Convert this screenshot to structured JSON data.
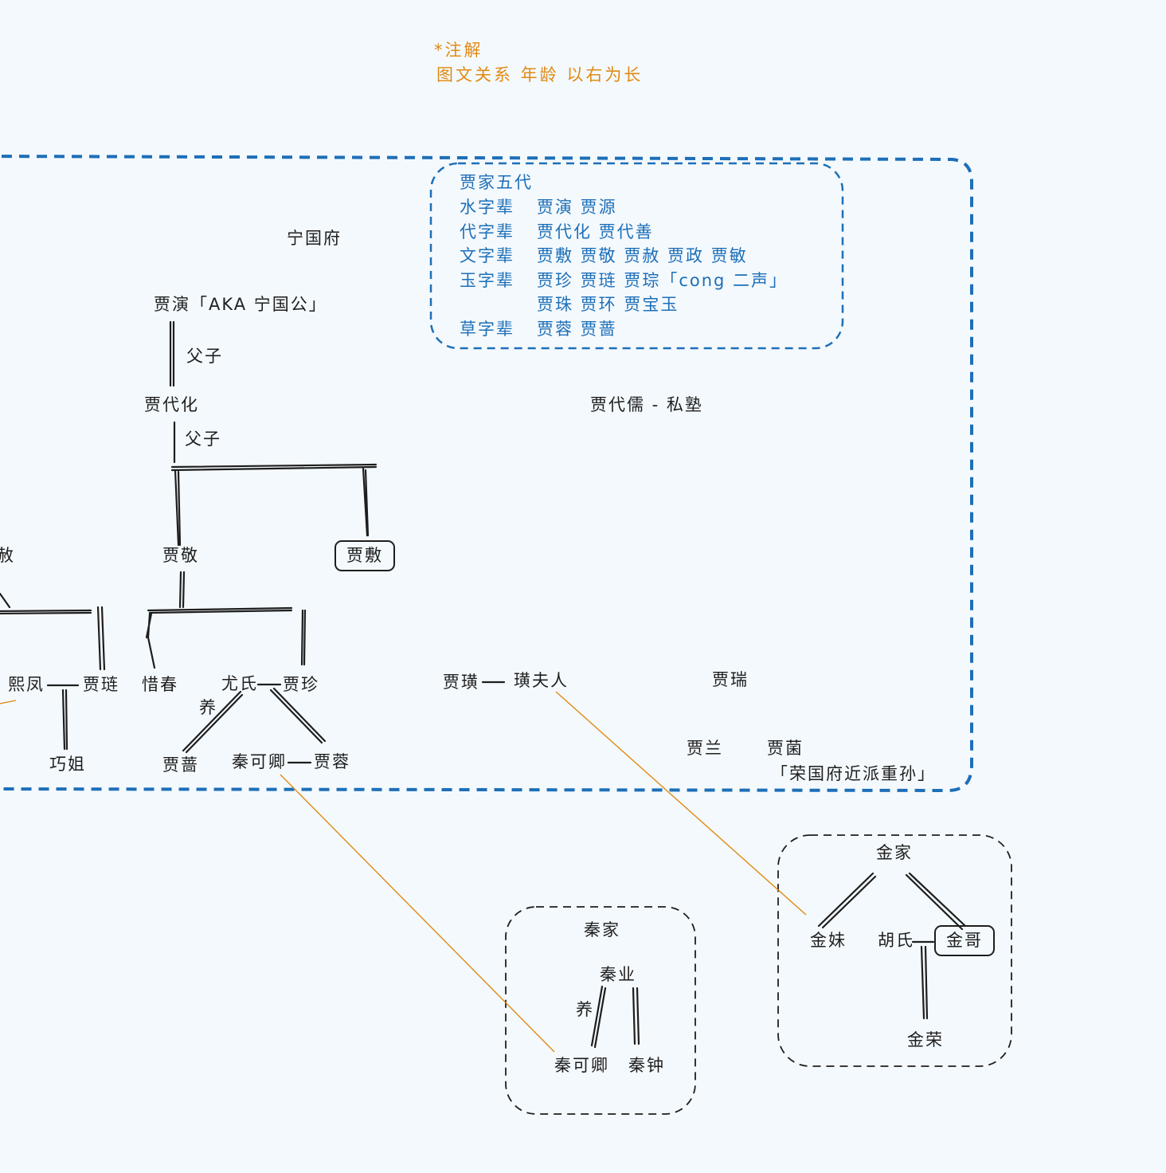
{
  "legend": {
    "title": "*注解",
    "text": "图文关系 年龄 以右为长"
  },
  "generations": {
    "title": "贾家五代",
    "rows": [
      {
        "gen": "水字辈",
        "names": "贾演 贾源"
      },
      {
        "gen": "代字辈",
        "names": "贾代化 贾代善"
      },
      {
        "gen": "文字辈",
        "names": "贾敷 贾敬 贾赦 贾政 贾敏"
      },
      {
        "gen": "玉字辈",
        "names": "贾珍 贾琏 贾琮「cong 二声」"
      },
      {
        "gen": "",
        "names": "贾珠 贾环 贾宝玉"
      },
      {
        "gen": "草字辈",
        "names": "贾蓉 贾蔷"
      }
    ]
  },
  "ningguo": {
    "house": "宁国府",
    "jia_yan": "贾演「AKA 宁国公」",
    "rel1": "父子",
    "jia_daihua": "贾代化",
    "rel2": "父子",
    "jia_jing": "贾敬",
    "jia_fu": "贾敷",
    "jia_she_partial": "赦",
    "xifeng": "熙凤",
    "jia_lian": "贾琏",
    "qiaojie": "巧姐",
    "xichun": "惜春",
    "longshi": "尤氏",
    "jia_zhen": "贾珍",
    "adopt1": "养",
    "jia_qiang": "贾蔷",
    "qin_keqing": "秦可卿",
    "jia_rong": "贾蓉"
  },
  "others": {
    "jia_dairu": "贾代儒 - 私塾",
    "jia_huang": "贾璜",
    "huang_wife": "璜夫人",
    "jia_rui": "贾瑞",
    "jia_lan": "贾兰",
    "jia_jun": "贾菌",
    "jun_note": "「荣国府近派重孙」"
  },
  "qin": {
    "house": "秦家",
    "qin_ye": "秦业",
    "adopt": "养",
    "qin_keqing": "秦可卿",
    "qin_zhong": "秦钟"
  },
  "jin": {
    "house": "金家",
    "jin_mei": "金妹",
    "hushi": "胡氏",
    "jin_ge": "金哥",
    "jin_rong": "金荣"
  },
  "colors": {
    "ink": "#1e1e1e",
    "blue": "#1d6fb8",
    "orange": "#e08a14",
    "background": "#f4f9fd"
  }
}
